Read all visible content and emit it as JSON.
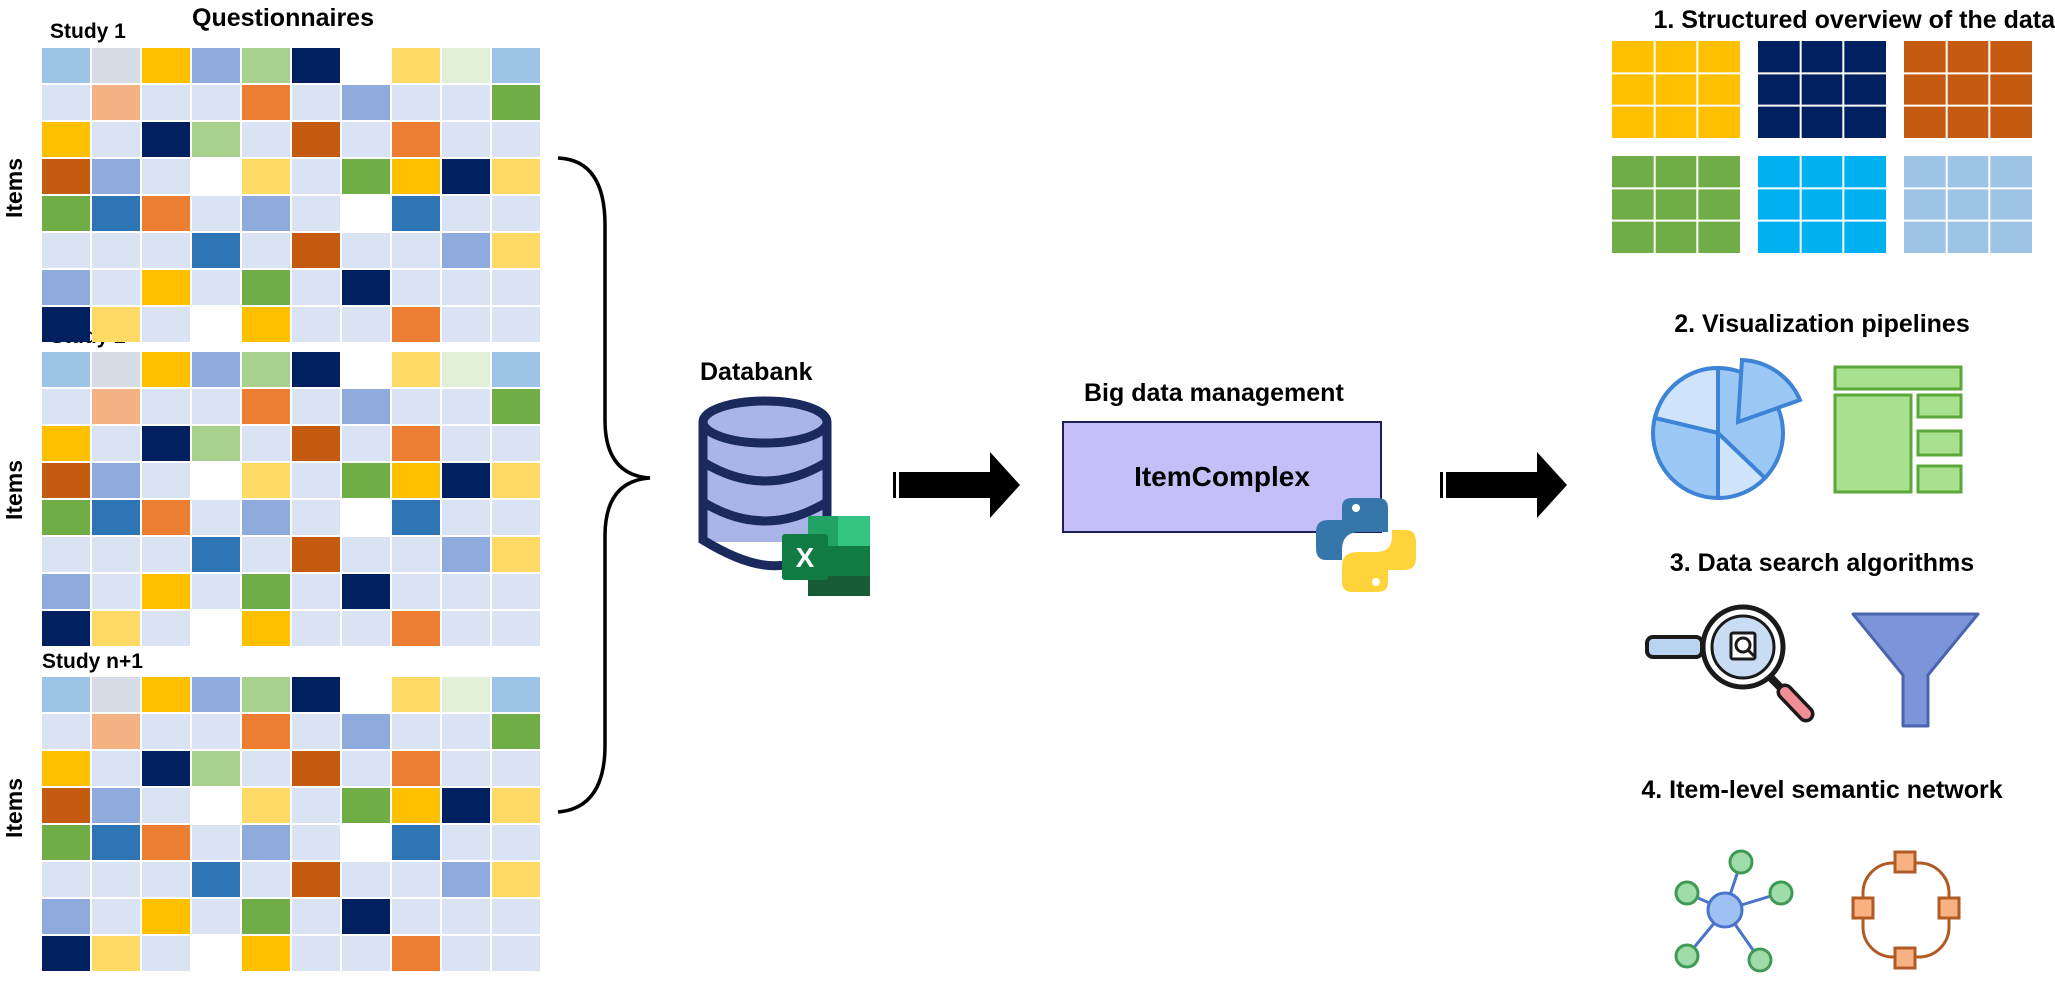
{
  "questionnaires": {
    "title": "Questionnaires",
    "axis_label": "Items",
    "ellipsis": "...",
    "studies": [
      {
        "label": "Study 1"
      },
      {
        "label": "Study 2"
      },
      {
        "label": "Study n+1"
      }
    ],
    "palette": [
      "#9dc3e6",
      "#d6dce5",
      "#ffc000",
      "#8faadc",
      "#a9d18e",
      "#002060",
      "#ffffff",
      "#ffd966",
      "#e2f0d9",
      "#f4b183",
      "#ed7d31",
      "#70ad47",
      "#c55a11",
      "#2e75b6",
      "#dae3f3"
    ],
    "grid": [
      [
        0,
        1,
        2,
        3,
        4,
        5,
        6,
        7,
        8,
        0
      ],
      [
        14,
        9,
        14,
        14,
        10,
        14,
        3,
        14,
        14,
        11
      ],
      [
        2,
        14,
        5,
        4,
        14,
        12,
        14,
        10,
        14,
        14
      ],
      [
        12,
        3,
        14,
        6,
        7,
        14,
        11,
        2,
        5,
        7
      ],
      [
        11,
        13,
        10,
        14,
        3,
        14,
        6,
        13,
        14,
        14
      ],
      [
        14,
        14,
        14,
        13,
        14,
        12,
        14,
        14,
        3,
        7
      ],
      [
        3,
        14,
        2,
        14,
        11,
        14,
        5,
        14,
        14,
        14
      ],
      [
        5,
        7,
        14,
        6,
        2,
        14,
        14,
        10,
        14,
        14
      ]
    ]
  },
  "databank": {
    "label": "Databank",
    "excel_letter": "X"
  },
  "management": {
    "title": "Big data management",
    "box_label": "ItemComplex"
  },
  "outputs": [
    {
      "label": "1. Structured overview of the data"
    },
    {
      "label": "2. Visualization pipelines"
    },
    {
      "label": "3. Data search algorithms"
    },
    {
      "label": "4. Item-level semantic network"
    }
  ],
  "overview_tile_colors": [
    "#ffc000",
    "#002060",
    "#c55a11",
    "#70ad47",
    "#00b0f0",
    "#9dc3e6"
  ],
  "colors": {
    "box_fill": "#c5bff7",
    "box_border": "#1f1f5a",
    "arrow": "#000000",
    "db_body": "#a9b4e8",
    "db_stroke": "#1a2a5c",
    "excel_dark": "#185c37",
    "excel_mid": "#107c41",
    "excel_light": "#21a366",
    "excel_lighter": "#33c481",
    "python_blue": "#3776ab",
    "python_yellow": "#ffd43b",
    "pie_fill": "#9cc8f5",
    "pie_stroke": "#3d83d6",
    "pie_light": "#cfe4fb",
    "layout_fill": "#a9e08f",
    "layout_stroke": "#5aa83a",
    "search_stroke": "#1a1a1a",
    "search_glass": "#c8dcf4",
    "search_bar": "#b9d3f0",
    "search_handle": "#f08d95",
    "funnel_fill": "#7b95d8",
    "funnel_stroke": "#4a64b0",
    "net_node": "#9fdcaa",
    "net_stroke": "#3f9a55",
    "net_center": "#9ec0f2",
    "net_center_stroke": "#4a74c9",
    "ring_node": "#f7b183",
    "ring_stroke": "#b25a24"
  }
}
